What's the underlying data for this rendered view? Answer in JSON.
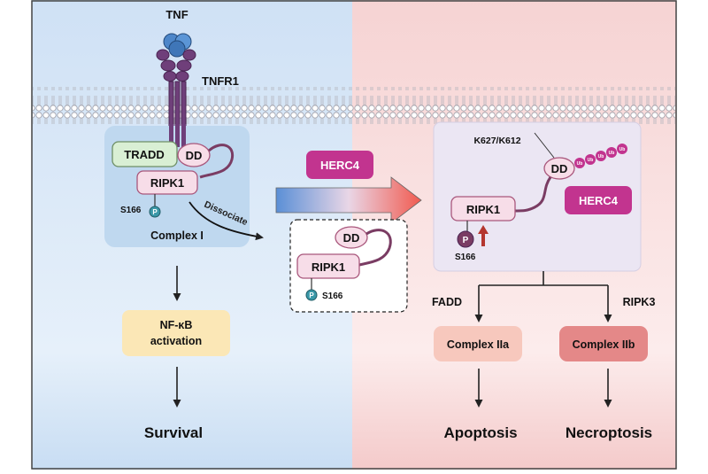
{
  "labels": {
    "tnf": "TNF",
    "tnfr1": "TNFR1",
    "tradd": "TRADD",
    "dd": "DD",
    "ripk1": "RIPK1",
    "s166": "S166",
    "p": "P",
    "complex1": "Complex I",
    "dissociate": "Dissociate",
    "herc4": "HERC4",
    "k627": "K627/K612",
    "ub": "Ub",
    "nfkb_line1": "NF-κB",
    "nfkb_line2": "activation",
    "survival": "Survival",
    "fadd": "FADD",
    "ripk3": "RIPK3",
    "complex2a": "Complex IIa",
    "complex2b": "Complex IIb",
    "apoptosis": "Apoptosis",
    "necroptosis": "Necroptosis"
  },
  "colors": {
    "left_bg": "#d6e6f6",
    "right_bg": "#f9dcdc",
    "receptor": "#6f3f7a",
    "herc4": "#c2348f",
    "ripk1_fill": "#f7dde8",
    "ripk1_stroke": "#a9577c",
    "tradd_fill": "#d9efd4",
    "complex1_bg": "#bfd8ef",
    "complex_panel_bg": "#ebe6f3",
    "phospho": "#3a98a8",
    "phospho_dark": "#7a3c63",
    "up_arrow": "#b4362f",
    "nfkb_fill": "#fbe7b6",
    "complex2a_fill": "#f7c8bd",
    "complex2b_fill": "#e48888",
    "gradient_start": "#5a8fd6",
    "gradient_end": "#f15a4f"
  }
}
